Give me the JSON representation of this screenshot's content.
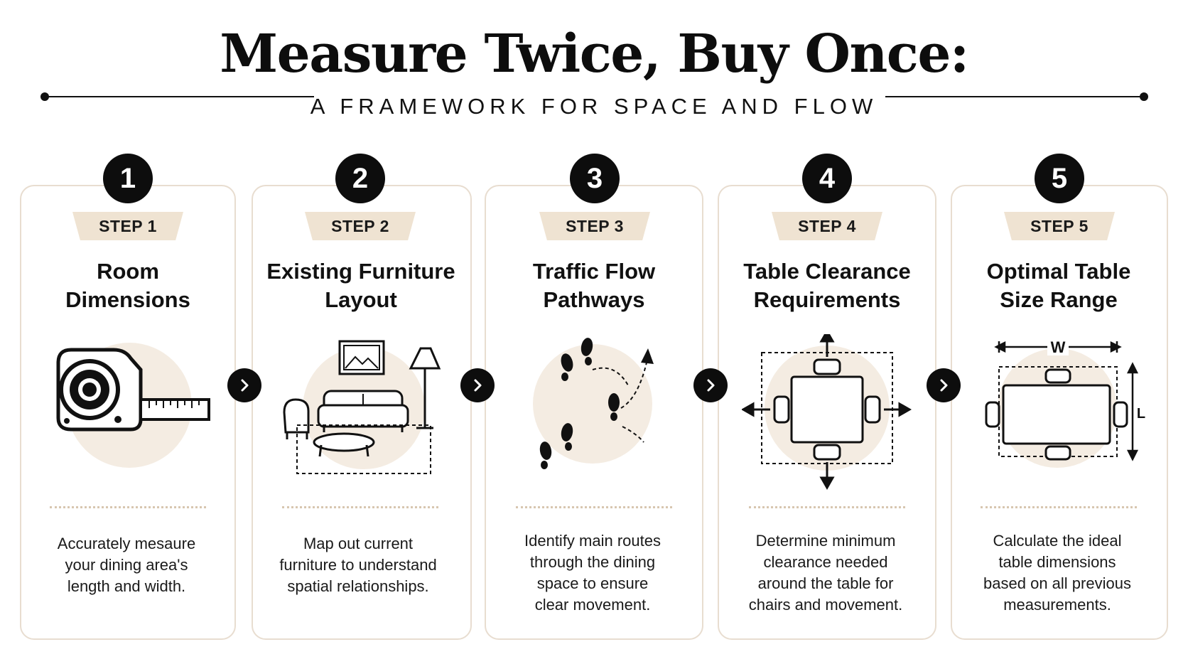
{
  "title": "Measure Twice, Buy Once:",
  "subtitle": "A FRAMEWORK FOR SPACE AND FLOW",
  "steps": [
    {
      "number": "1",
      "label": "STEP 1",
      "heading_line1": "Room",
      "heading_line2": "Dimensions",
      "icon": "tape-measure-icon",
      "desc_lines": [
        "Accurately mesaure",
        "your dining area's",
        "length and width."
      ]
    },
    {
      "number": "2",
      "label": "STEP 2",
      "heading_line1": "Existing Furniture",
      "heading_line2": "Layout",
      "icon": "furniture-layout-icon",
      "desc_lines": [
        "Map out current",
        "furniture to understand",
        "spatial relationships."
      ]
    },
    {
      "number": "3",
      "label": "STEP 3",
      "heading_line1": "Traffic Flow",
      "heading_line2": "Pathways",
      "icon": "footsteps-icon",
      "desc_lines": [
        "Identify main routes",
        "through the dining",
        "space to ensure",
        "clear movement."
      ]
    },
    {
      "number": "4",
      "label": "STEP 4",
      "heading_line1": "Table Clearance",
      "heading_line2": "Requirements",
      "icon": "table-clearance-icon",
      "desc_lines": [
        "Determine minimum",
        "clearance needed",
        "around the table for",
        "chairs and movement."
      ]
    },
    {
      "number": "5",
      "label": "STEP 5",
      "heading_line1": "Optimal Table",
      "heading_line2": "Size Range",
      "icon": "table-size-icon",
      "desc_lines": [
        "Calculate the ideal",
        "table dimensions",
        "based on all previous",
        "measurements."
      ],
      "width_label": "W",
      "length_label": "L"
    }
  ],
  "colors": {
    "ink": "#0d0d0d",
    "beige": "#efe3d2",
    "circle_bg": "#f4ece2",
    "card_border": "#e8ddd0"
  }
}
